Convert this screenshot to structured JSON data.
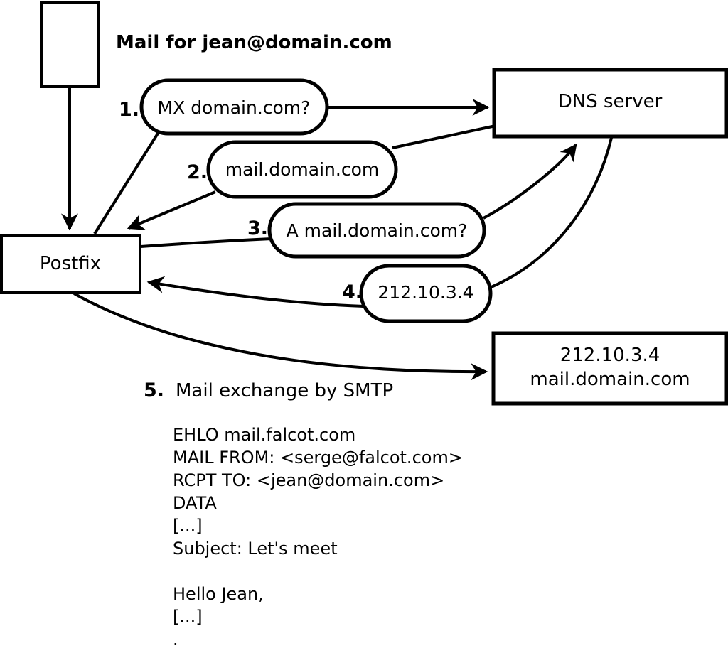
{
  "diagram_title": "Mail for jean@domain.com",
  "nodes": {
    "message_box": {
      "description": "unlabeled mail message box"
    },
    "postfix": {
      "label": "Postfix"
    },
    "dns_server": {
      "label": "DNS server"
    },
    "mail_server": {
      "line1": "212.10.3.4",
      "line2": "mail.domain.com"
    }
  },
  "steps": [
    {
      "num": "1.",
      "label": "MX domain.com?"
    },
    {
      "num": "2.",
      "label": "mail.domain.com"
    },
    {
      "num": "3.",
      "label": "A mail.domain.com?"
    },
    {
      "num": "4.",
      "label": "212.10.3.4"
    },
    {
      "num": "5.",
      "label": "Mail exchange by SMTP"
    }
  ],
  "smtp_session": {
    "lines": [
      "EHLO mail.falcot.com",
      "MAIL FROM: <serge@falcot.com>",
      "RCPT TO: <jean@domain.com>",
      "DATA",
      "[...]",
      "Subject: Let's meet",
      "",
      "Hello Jean,",
      "[...]",
      "."
    ]
  },
  "colors": {
    "line": "#000000",
    "background": "#ffffff",
    "node_fill": "#ffffff",
    "text": "#000000"
  }
}
